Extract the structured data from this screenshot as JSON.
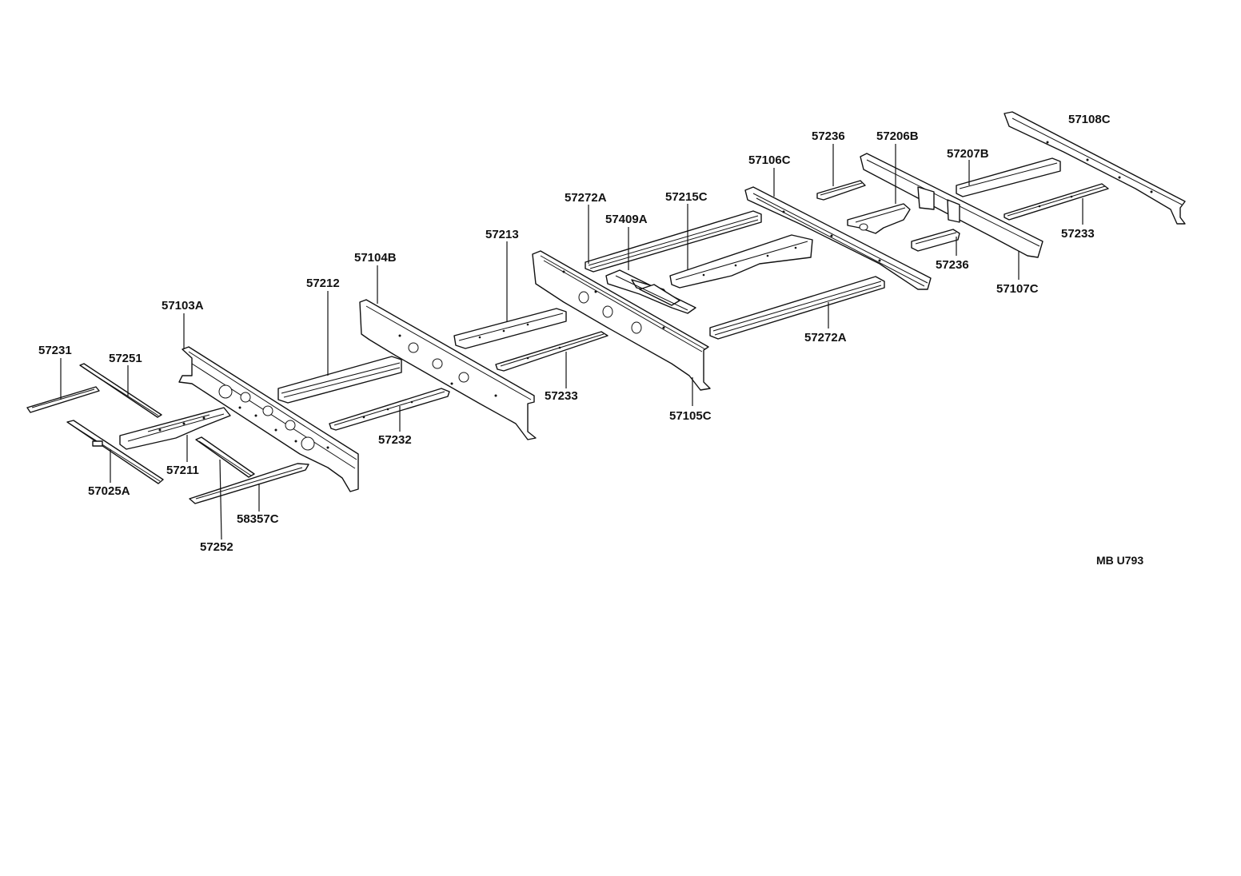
{
  "diagram_code": "MB U793",
  "parts": [
    {
      "id": "57231",
      "label": "57231"
    },
    {
      "id": "57251",
      "label": "57251"
    },
    {
      "id": "57025A",
      "label": "57025A"
    },
    {
      "id": "57211",
      "label": "57211"
    },
    {
      "id": "57252",
      "label": "57252"
    },
    {
      "id": "58357C",
      "label": "58357C"
    },
    {
      "id": "57103A",
      "label": "57103A"
    },
    {
      "id": "57212",
      "label": "57212"
    },
    {
      "id": "57232",
      "label": "57232"
    },
    {
      "id": "57104B",
      "label": "57104B"
    },
    {
      "id": "57213",
      "label": "57213"
    },
    {
      "id": "57233a",
      "label": "57233"
    },
    {
      "id": "57105C",
      "label": "57105C"
    },
    {
      "id": "57272A_top",
      "label": "57272A"
    },
    {
      "id": "57409A",
      "label": "57409A"
    },
    {
      "id": "57215C",
      "label": "57215C"
    },
    {
      "id": "57272A_bottom",
      "label": "57272A"
    },
    {
      "id": "57106C",
      "label": "57106C"
    },
    {
      "id": "57236_top",
      "label": "57236"
    },
    {
      "id": "57206B",
      "label": "57206B"
    },
    {
      "id": "57236_bottom",
      "label": "57236"
    },
    {
      "id": "57207B",
      "label": "57207B"
    },
    {
      "id": "57107C",
      "label": "57107C"
    },
    {
      "id": "57108C",
      "label": "57108C"
    },
    {
      "id": "57233b",
      "label": "57233"
    }
  ]
}
